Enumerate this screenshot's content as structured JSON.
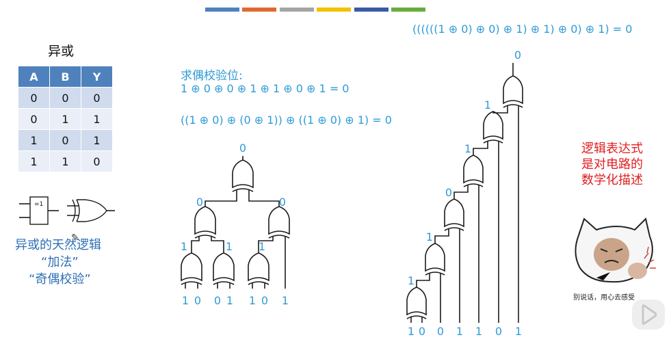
{
  "top_bar_colors": [
    "#4f81bd",
    "#e0692f",
    "#a5a5a5",
    "#f2c200",
    "#3b5aa6",
    "#6aab3d"
  ],
  "xor_section": {
    "title": "异或",
    "table": {
      "headers": [
        "A",
        "B",
        "Y"
      ],
      "rows": [
        [
          "0",
          "0",
          "0"
        ],
        [
          "0",
          "1",
          "1"
        ],
        [
          "1",
          "0",
          "1"
        ],
        [
          "1",
          "1",
          "0"
        ]
      ]
    },
    "ieee_symbol_label": "=1",
    "caption_line1": "异或的天然逻辑",
    "caption_line2": "“加法”",
    "caption_line3": "“奇偶校验”"
  },
  "parity": {
    "heading": "求偶校验位:",
    "expr_flat": "1 ⊕ 0 ⊕ 0 ⊕ 1 ⊕ 1 ⊕ 0 ⊕ 1 = 0",
    "expr_tree": "((1 ⊕ 0) ⊕ (0 ⊕ 1)) ⊕ ((1 ⊕ 0) ⊕ 1) = 0",
    "expr_chain": "((((((1 ⊕ 0) ⊕ 0) ⊕ 1) ⊕ 1) ⊕ 0) ⊕ 1) = 0"
  },
  "tree_circuit": {
    "inputs": [
      "1",
      "0",
      "0",
      "1",
      "1",
      "0",
      "1"
    ],
    "mid_outputs": [
      "1",
      "1",
      "1"
    ],
    "level2_outputs": [
      "0",
      "0"
    ],
    "final_output": "0"
  },
  "chain_circuit": {
    "inputs": [
      "1",
      "0",
      "0",
      "1",
      "1",
      "0",
      "1"
    ],
    "stage_outputs": [
      "1",
      "1",
      "0",
      "1",
      "1",
      "0"
    ]
  },
  "note": {
    "line1": "逻辑表达式",
    "line2": "是对电路的",
    "line3": "数学化描述"
  },
  "meme": {
    "caption": "别说话，用心去感受"
  },
  "icons": {
    "pencil": "pencil-cursor-icon",
    "play": "play-icon"
  }
}
